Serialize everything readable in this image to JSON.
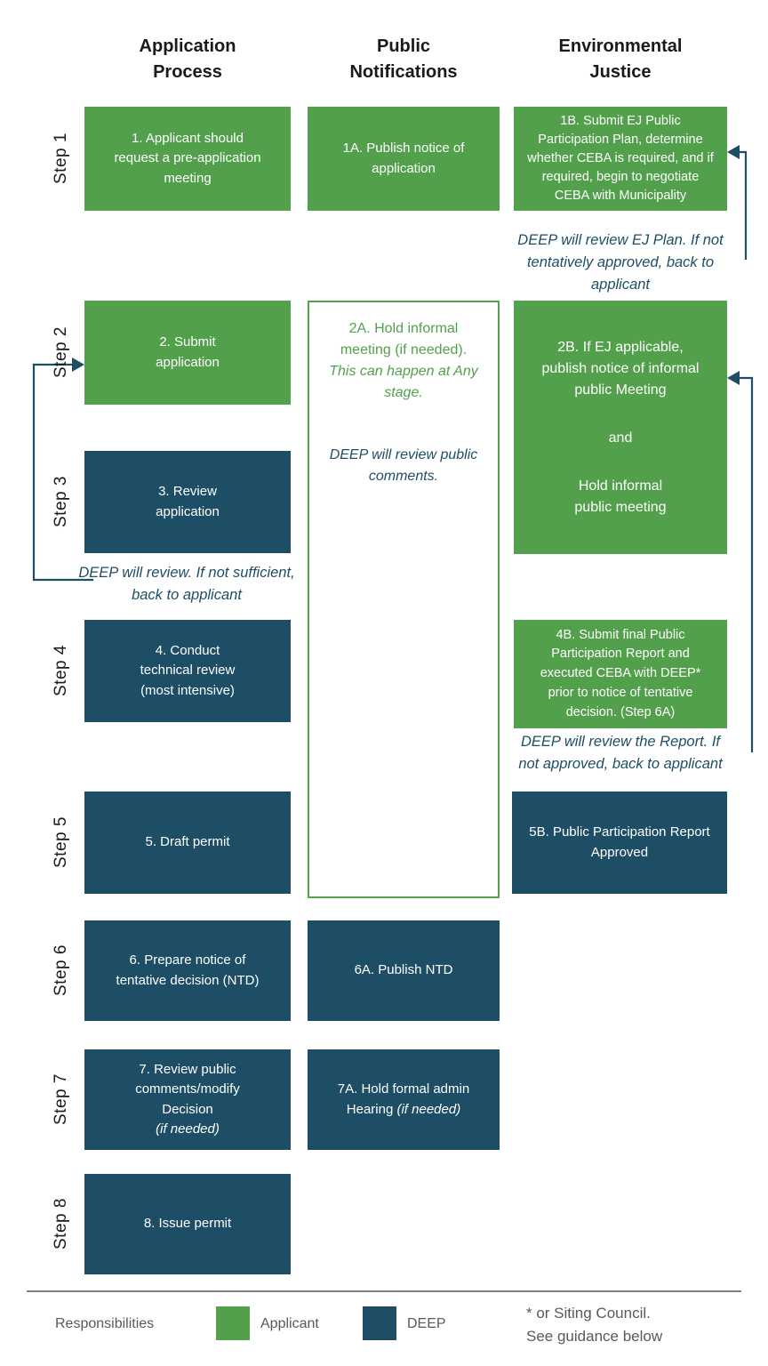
{
  "colors": {
    "applicant_green": "#53A04C",
    "deep_blue": "#1E4E66",
    "legend_text": "#595959"
  },
  "columns": {
    "application": "Application Process",
    "public": "Public Notifications",
    "ej": "Environmental Justice"
  },
  "steps": [
    "Step 1",
    "Step 2",
    "Step 3",
    "Step 4",
    "Step 5",
    "Step 6",
    "Step 7",
    "Step 8"
  ],
  "boxes": {
    "b1": "1. Applicant should request a pre-application meeting",
    "b1a": "1A. Publish notice of application",
    "b1b": "1B. Submit EJ Public Participation Plan, determine whether CEBA is required, and if required, begin to negotiate CEBA with Municipality",
    "b2": "2. Submit application",
    "b2a_main": "2A. Hold informal meeting (if needed).",
    "b2a_italic": "This can happen at Any stage.",
    "b2a_note": "DEEP will review public comments.",
    "b2b_1": "2B. If EJ applicable, publish notice of informal public Meeting",
    "b2b_2": "and",
    "b2b_3": "Hold informal public meeting",
    "b3": "3. Review application",
    "b4": "4. Conduct technical review (most intensive)",
    "b4b": "4B. Submit final Public Participation Report and executed CEBA with DEEP* prior to notice of tentative decision. (Step 6A)",
    "b5": "5. Draft permit",
    "b5b": "5B. Public Participation Report Approved",
    "b6": "6. Prepare notice of tentative decision (NTD)",
    "b6a": "6A. Publish NTD",
    "b7_main": "7. Review public comments/modify Decision",
    "b7_italic": "(if needed)",
    "b7a_main": "7A. Hold formal admin Hearing",
    "b7a_italic": "(if needed)",
    "b8": "8. Issue permit"
  },
  "annotations": {
    "a1": "DEEP will review EJ Plan. If not tentatively approved, back to applicant",
    "a2": "DEEP will review. If not sufficient, back to applicant",
    "a3": "DEEP will review the Report. If not approved, back to applicant"
  },
  "legend": {
    "title": "Responsibilities",
    "applicant": "Applicant",
    "deep": "DEEP",
    "footnote_1": "* or Siting Council.",
    "footnote_2": "See guidance below"
  }
}
